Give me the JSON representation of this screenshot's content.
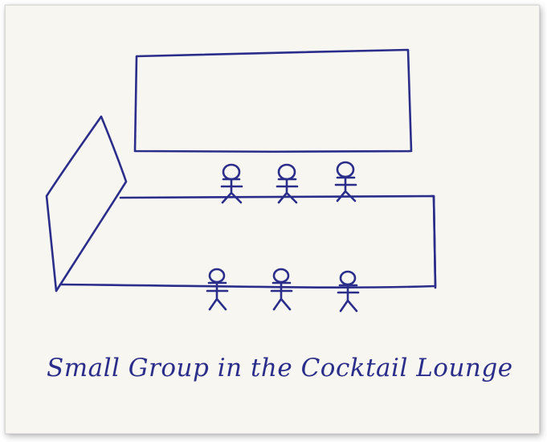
{
  "caption": "Small Group in the Cocktail Lounge",
  "ink_color": "#2a2d8a",
  "paper_color": "#f8f6f1",
  "figures": {
    "top_row_count": 3,
    "bottom_row_count": 3
  }
}
